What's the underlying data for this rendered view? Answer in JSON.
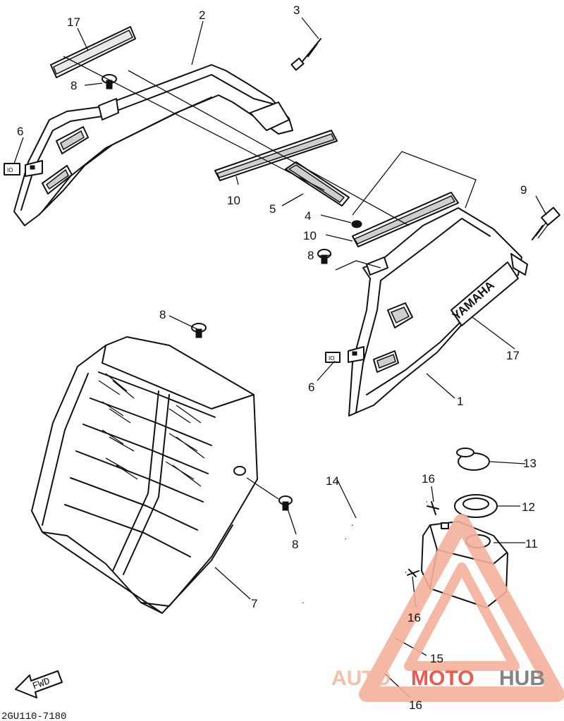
{
  "diagram": {
    "callouts": [
      {
        "id": "c17a",
        "text": "17"
      },
      {
        "id": "c2",
        "text": "2"
      },
      {
        "id": "c3",
        "text": "3"
      },
      {
        "id": "c8a",
        "text": "8"
      },
      {
        "id": "c6a",
        "text": "6"
      },
      {
        "id": "c10a",
        "text": "10"
      },
      {
        "id": "c5",
        "text": "5"
      },
      {
        "id": "c4",
        "text": "4"
      },
      {
        "id": "c10b",
        "text": "10"
      },
      {
        "id": "c8b",
        "text": "8"
      },
      {
        "id": "c9",
        "text": "9"
      },
      {
        "id": "c17b",
        "text": "17"
      },
      {
        "id": "c6b",
        "text": "6"
      },
      {
        "id": "c1",
        "text": "1"
      },
      {
        "id": "c8c",
        "text": "8"
      },
      {
        "id": "c7",
        "text": "7"
      },
      {
        "id": "c8d",
        "text": "8"
      },
      {
        "id": "c13",
        "text": "13"
      },
      {
        "id": "c12",
        "text": "12"
      },
      {
        "id": "c16a",
        "text": "16"
      },
      {
        "id": "c14",
        "text": "14"
      },
      {
        "id": "c11",
        "text": "11"
      },
      {
        "id": "c16b",
        "text": "16"
      },
      {
        "id": "c15",
        "text": "15"
      },
      {
        "id": "c16c",
        "text": "16"
      }
    ],
    "shroud_brand_text": "YAMAHA",
    "fwd_arrow_text": "FWD",
    "drawing_code": "2GU110-7180",
    "watermark": {
      "part1": "AUTO",
      "part2": "MOTO",
      "part3": "HUB",
      "accent_color": "#e84a3c",
      "accent_light": "#f3b19c",
      "secondary_color": "#777777"
    }
  }
}
